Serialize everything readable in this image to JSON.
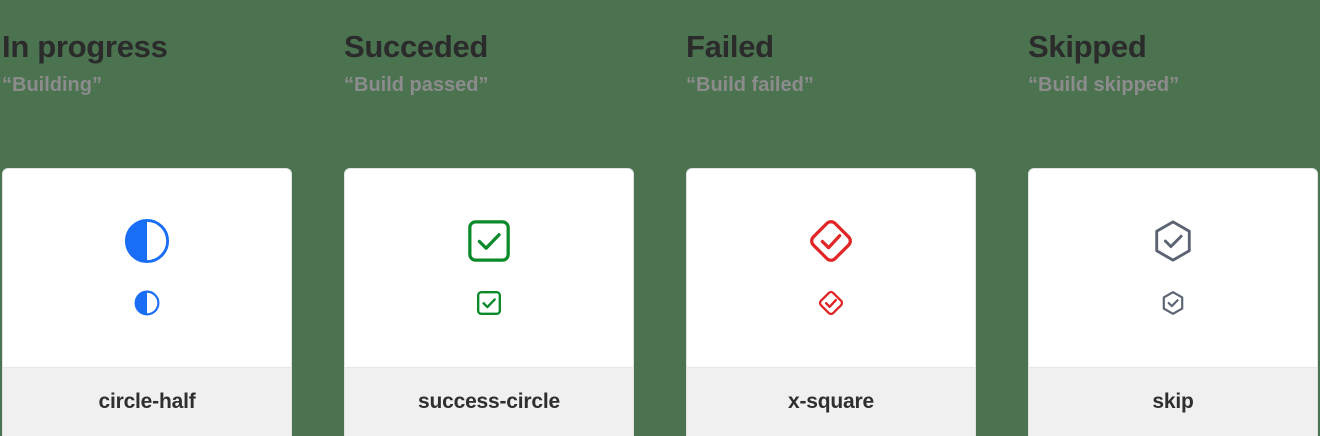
{
  "page": {
    "background_color": "#4b7350",
    "card_background": "#ffffff",
    "card_footer_background": "#f0f0f0"
  },
  "columns": [
    {
      "title": "In progress",
      "subtitle": "“Building”",
      "icon_name": "circle-half-icon",
      "icon_label": "circle-half",
      "color": "#1a6ef5"
    },
    {
      "title": "Succeded",
      "subtitle": "“Build passed”",
      "icon_name": "success-circle-icon",
      "icon_label": "success-circle",
      "color": "#0a8a2a"
    },
    {
      "title": "Failed",
      "subtitle": "“Build failed”",
      "icon_name": "x-square-icon",
      "icon_label": "x-square",
      "color": "#e02626"
    },
    {
      "title": "Skipped",
      "subtitle": "“Build skipped”",
      "icon_name": "skip-icon",
      "icon_label": "skip",
      "color": "#5c6473"
    }
  ]
}
